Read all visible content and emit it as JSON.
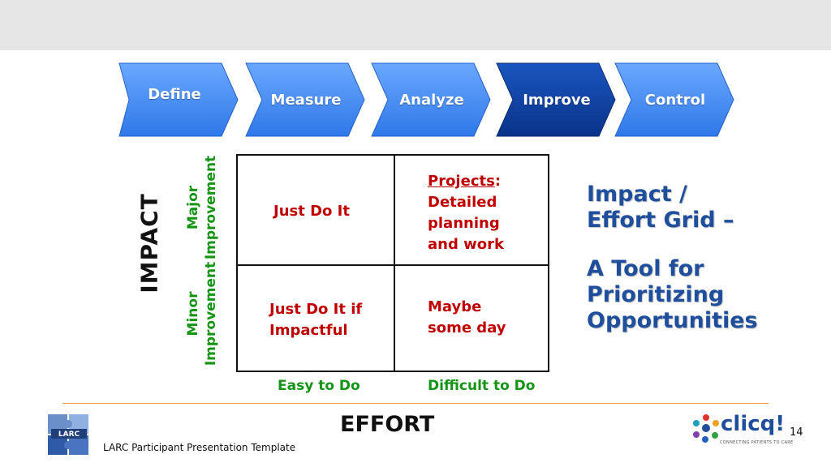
{
  "process_steps": [
    {
      "label": "Define",
      "color": "#3d8af5",
      "active": false
    },
    {
      "label": "Measure",
      "color": "#3d8af5",
      "active": false
    },
    {
      "label": "Analyze",
      "color": "#3d8af5",
      "active": false
    },
    {
      "label": "Improve",
      "color": "#0d3f99",
      "active": true
    },
    {
      "label": "Control",
      "color": "#3d8af5",
      "active": false
    }
  ],
  "grid": {
    "y_axis_title": "IMPACT",
    "y_major_line1": "Major",
    "y_major_line2": "Improvement",
    "y_minor_line1": "Minor",
    "y_minor_line2": "Improvement",
    "x_axis_title": "EFFORT",
    "x_easy": "Easy to Do",
    "x_difficult": "Difficult to Do",
    "top_left": "Just Do It",
    "top_right_title": "Projects",
    "top_right_colon": ":",
    "top_right_lines": [
      "Detailed",
      "planning",
      "and work"
    ],
    "bottom_left_lines": [
      "Just Do It if",
      "Impactful"
    ],
    "bottom_right_lines": [
      "Maybe",
      "some day"
    ]
  },
  "headline": {
    "line1": "Impact /",
    "line2": "Effort Grid –",
    "line3": "A Tool for",
    "line4": "Prioritizing",
    "line5": "Opportunities"
  },
  "footer": {
    "template_name": "LARC Participant Presentation Template",
    "page_number": "14",
    "larc_logo_text": "LARC",
    "clicq_logo_text": "clicq!",
    "clicq_tagline": "CONNECTING PATIENTS TO CARE"
  },
  "colors": {
    "step_default": "#3d8af5",
    "step_active": "#0d3f99",
    "cell_text": "#c00000",
    "axis_text": "#169416",
    "headline": "#1f4e9c"
  }
}
